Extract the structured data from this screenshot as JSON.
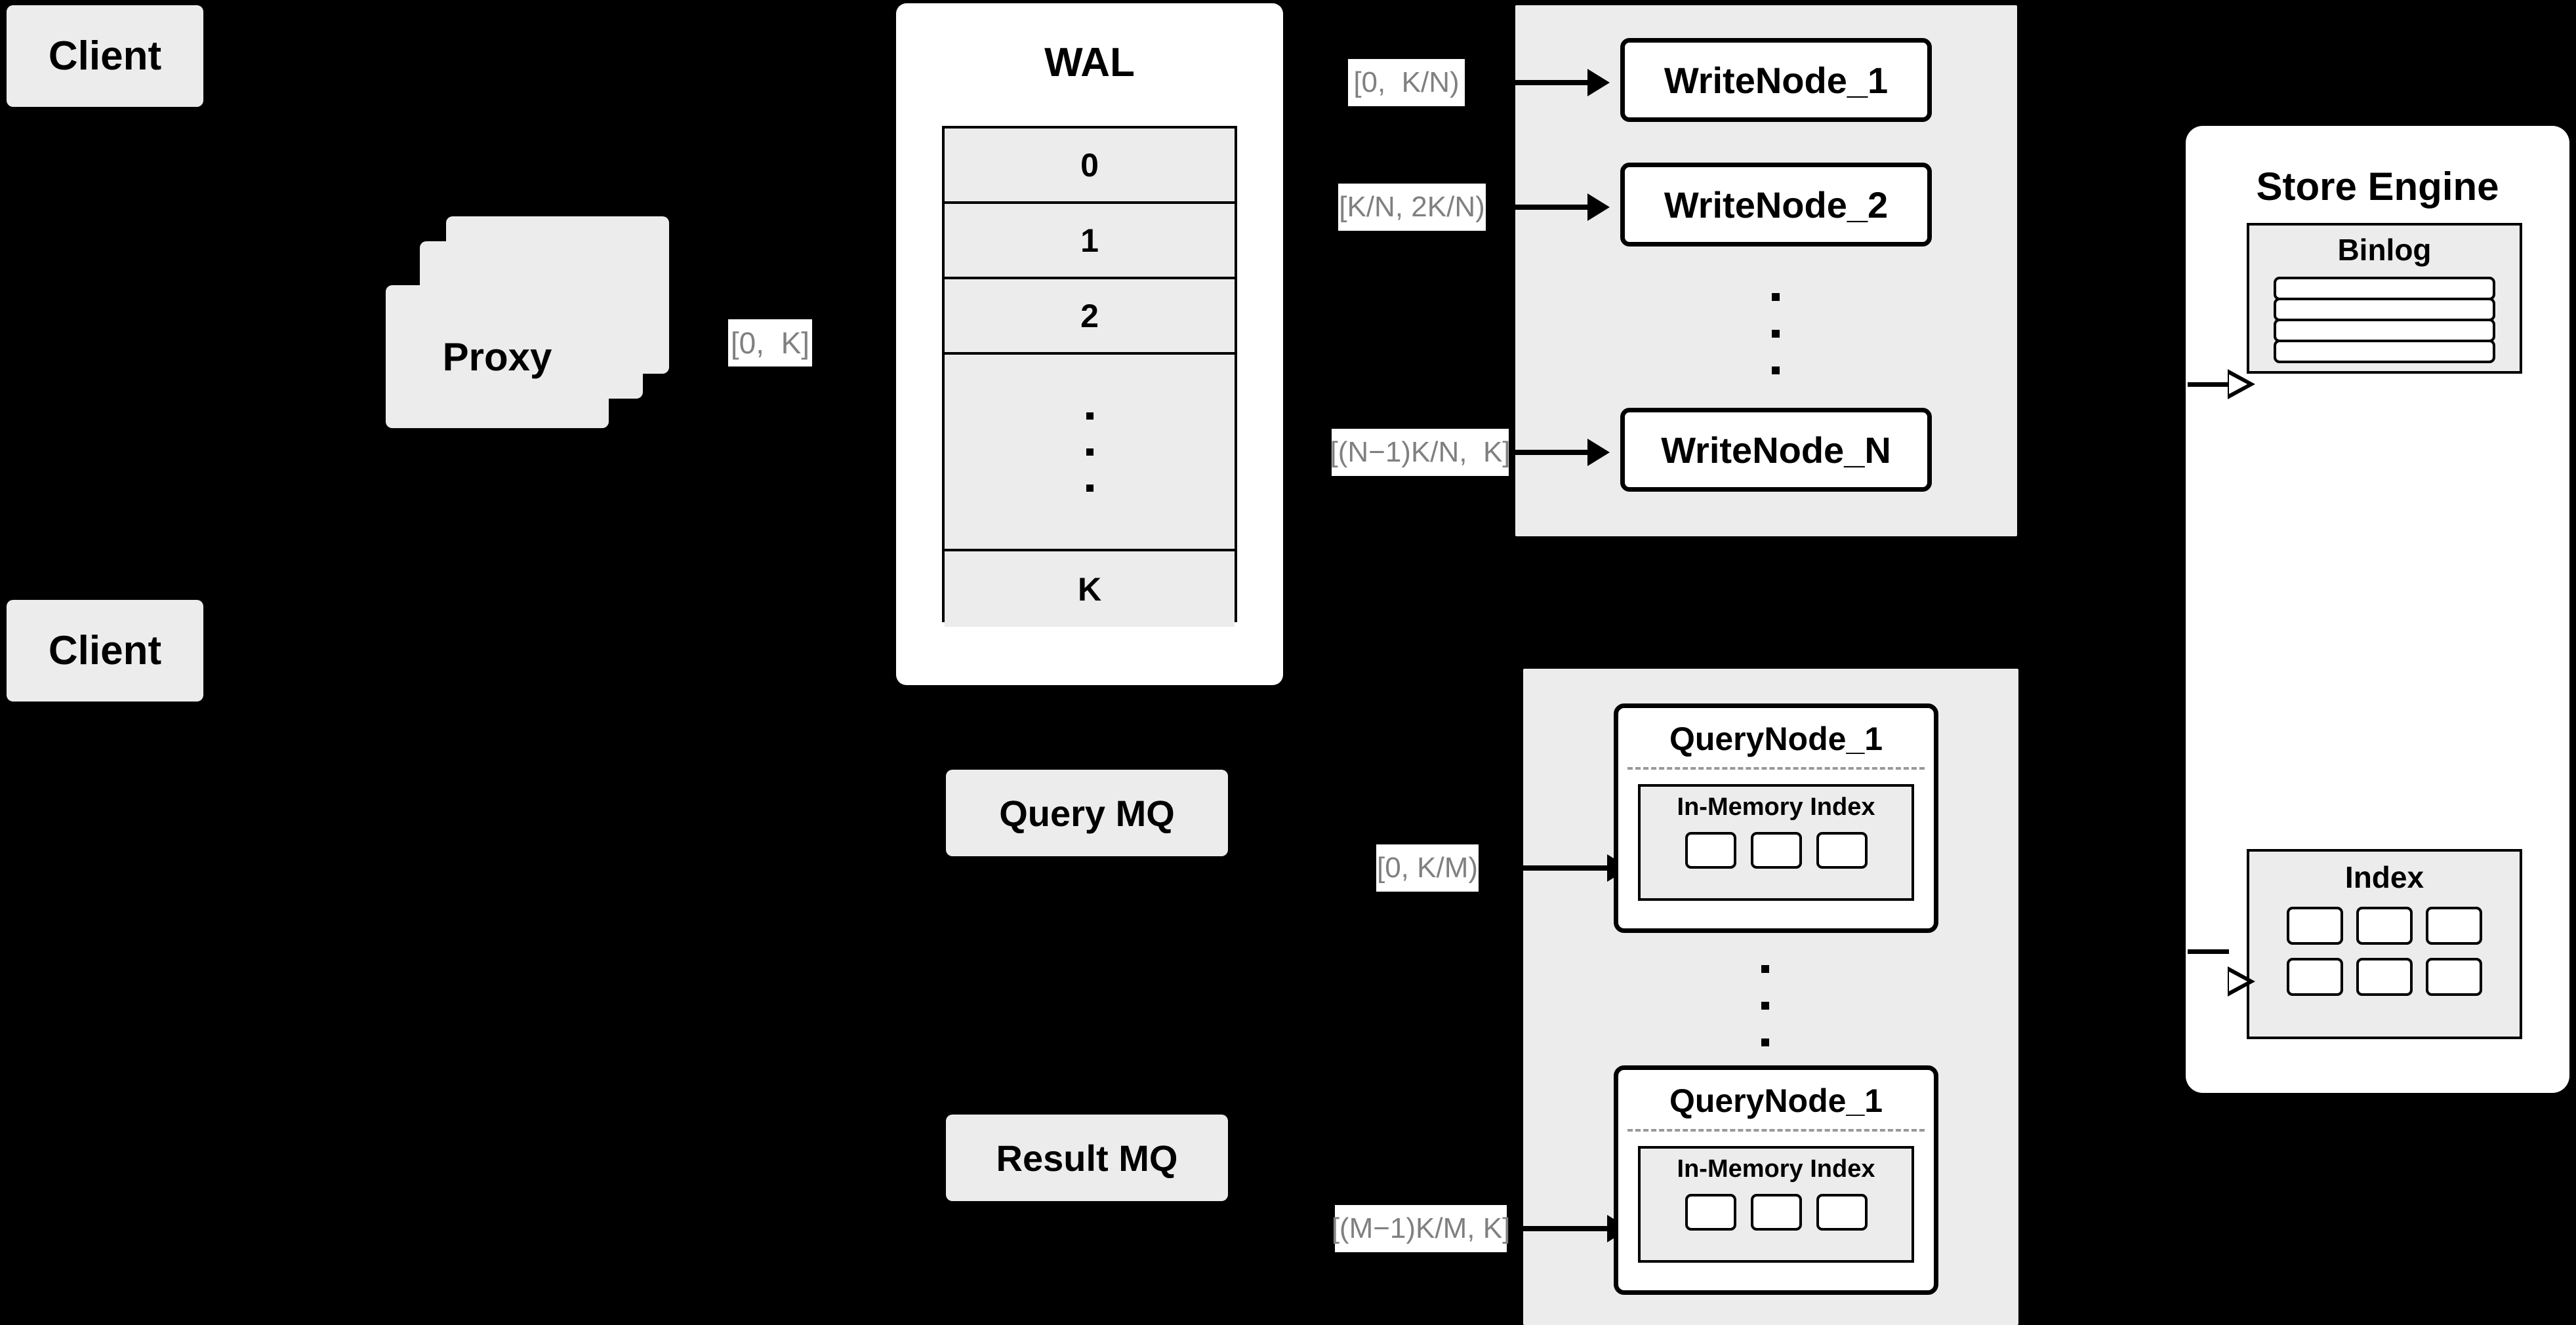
{
  "diagram": {
    "title": "Distributed write/query architecture",
    "background_color": "#000000",
    "box_fill": "#ececec",
    "panel_fill": "#ffffff",
    "label_text_color": "#808080",
    "stroke_color": "#000000"
  },
  "clients": [
    {
      "label": "Client"
    },
    {
      "label": "Client"
    }
  ],
  "proxy": {
    "label": "Proxy",
    "stack_count": 3
  },
  "edges": {
    "proxy_to_wal": "[0,  K]",
    "wal_to_writenode_1": "[0,  K/N)",
    "wal_to_writenode_2": "[K/N, 2K/N)",
    "wal_to_writenode_n": "[(N−1)K/N,  K]",
    "mq_to_querynode_1": "[0, K/M)",
    "mq_to_querynode_m": "[(M−1)K/M, K]"
  },
  "wal": {
    "title": "WAL",
    "rows": [
      "0",
      "1",
      "2",
      "",
      "K"
    ],
    "ellipsis_row_index": 3,
    "ellipsis_dots": 3
  },
  "write_cluster": {
    "nodes": [
      {
        "label": "WriteNode_1"
      },
      {
        "label": "WriteNode_2"
      },
      {
        "label": "WriteNode_N"
      }
    ],
    "ellipsis_dots": 3
  },
  "message_queues": [
    {
      "label": "Query MQ"
    },
    {
      "label": "Result MQ"
    }
  ],
  "query_cluster": {
    "nodes": [
      {
        "label": "QueryNode_1",
        "inner": {
          "label": "In-Memory Index",
          "slots": 3
        }
      },
      {
        "label": "QueryNode_1",
        "inner": {
          "label": "In-Memory Index",
          "slots": 3
        }
      }
    ],
    "ellipsis_dots": 3
  },
  "store_engine": {
    "title": "Store Engine",
    "binlog": {
      "title": "Binlog",
      "bars": 4
    },
    "index": {
      "title": "Index",
      "rows": 2,
      "cols": 3,
      "cells": 6
    }
  }
}
